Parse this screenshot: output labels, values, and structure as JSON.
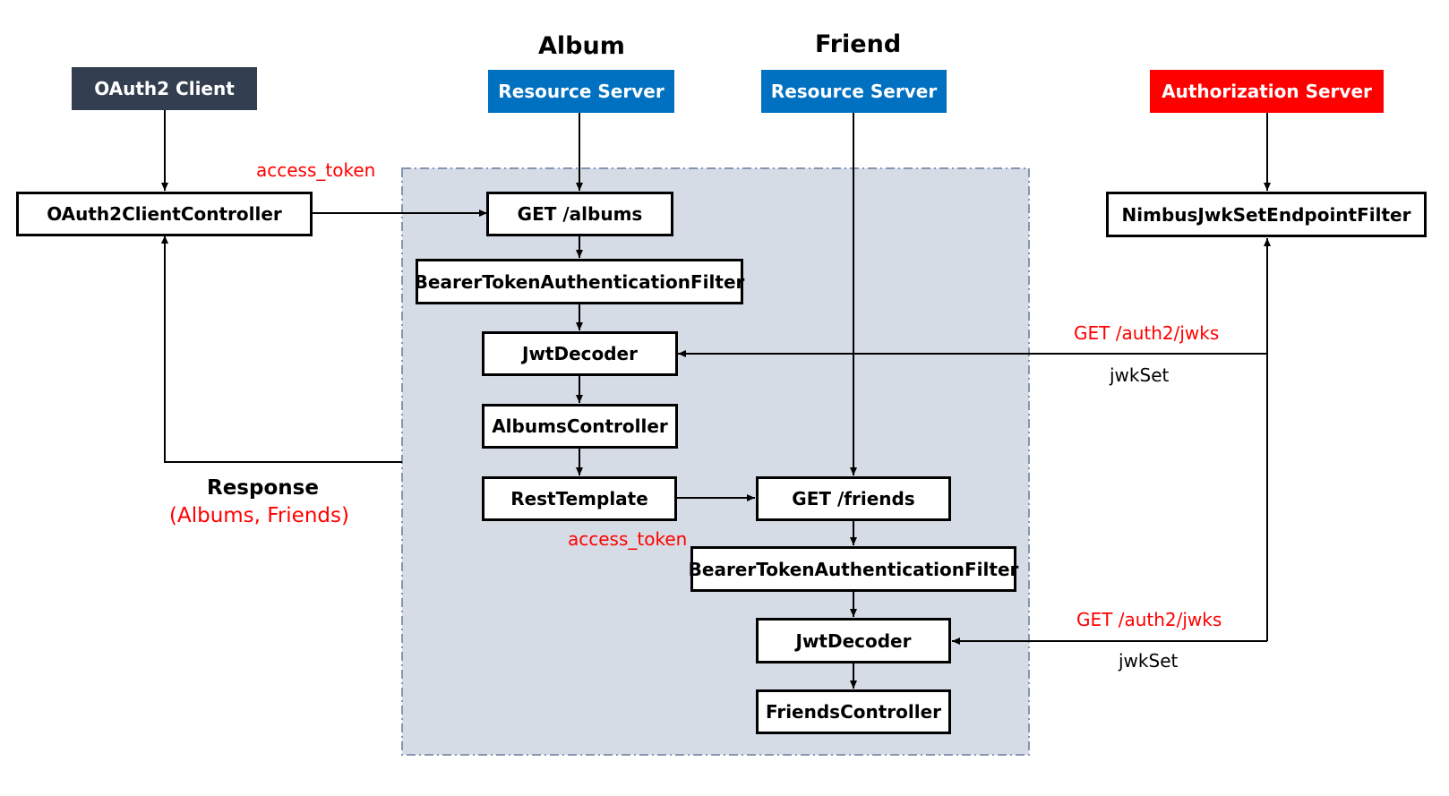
{
  "headings": {
    "album": "Album",
    "friend": "Friend"
  },
  "headers": {
    "oauth2_client": "OAuth2 Client",
    "album_resource_server": "Resource Server",
    "friend_resource_server": "Resource Server",
    "authorization_server": "Authorization Server"
  },
  "boxes": {
    "oauth2_client_controller": "OAuth2ClientController",
    "get_albums": "GET  /albums",
    "album_bearer_filter": "BearerTokenAuthenticationFilter",
    "album_jwt_decoder": "JwtDecoder",
    "albums_controller": "AlbumsController",
    "rest_template": "RestTemplate",
    "get_friends": "GET  /friends",
    "friend_bearer_filter": "BearerTokenAuthenticationFilter",
    "friend_jwt_decoder": "JwtDecoder",
    "friends_controller": "FriendsController",
    "nimbus_filter": "NimbusJwkSetEndpointFilter"
  },
  "labels": {
    "access_token_top": "access_token",
    "access_token_bottom": "access_token",
    "jwks_request_top": "GET  /auth2/jwks",
    "jwk_set_top": "jwkSet",
    "jwks_request_bottom": "GET  /auth2/jwks",
    "jwk_set_bottom": "jwkSet",
    "response_title": "Response",
    "response_detail": "(Albums,  Friends)"
  },
  "colors": {
    "client_header": "#333f50",
    "resource_server_header": "#0070c0",
    "authorization_header": "#ff0000",
    "container_fill": "#d6dce5",
    "container_border": "#8497b0",
    "annotation": "#ff0000"
  }
}
